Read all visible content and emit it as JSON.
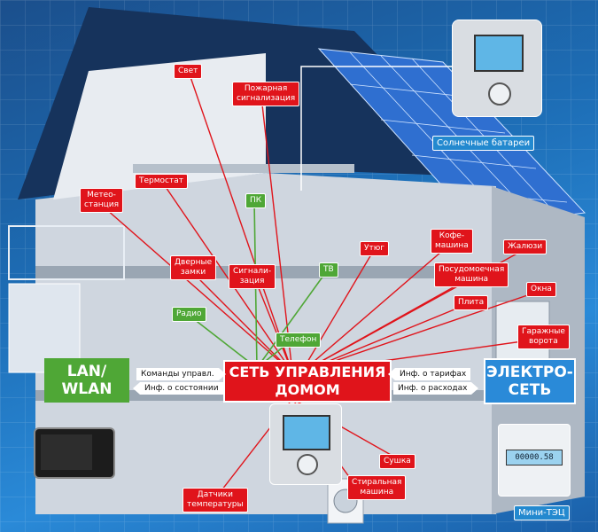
{
  "hub": {
    "line1": "СЕТЬ УПРАВЛЕНИЯ",
    "line2": "ДОМОМ"
  },
  "lan": {
    "line1": "LAN/",
    "line2": "WLAN"
  },
  "grid_power": {
    "line1": "ЭЛЕКТРО-",
    "line2": "СЕТЬ"
  },
  "lan_arrows": {
    "commands": "Команды управл.",
    "status": "Инф. о состоянии"
  },
  "grid_arrows": {
    "tariffs": "Инф. о тарифах",
    "costs": "Инф. о расходах"
  },
  "labels": {
    "light": "Свет",
    "fire_alarm_1": "Пожарная",
    "fire_alarm_2": "сигнализация",
    "thermostat": "Термостат",
    "weather_1": "Метео-",
    "weather_2": "станция",
    "pc": "ПК",
    "door_locks_1": "Дверные",
    "door_locks_2": "замки",
    "alarm_1": "Сигнали-",
    "alarm_2": "зация",
    "tv": "ТВ",
    "radio": "Радио",
    "phone": "Телефон",
    "iron": "Утюг",
    "coffee_1": "Кофе-",
    "coffee_2": "машина",
    "blinds": "Жалюзи",
    "dishwasher_1": "Посудомоечная",
    "dishwasher_2": "машина",
    "stove": "Плита",
    "windows": "Окна",
    "garage_1": "Гаражные",
    "garage_2": "ворота",
    "dryer": "Сушка",
    "washer_1": "Стиральная",
    "washer_2": "машина",
    "temp_sensors_1": "Датчики",
    "temp_sensors_2": "температуры",
    "solar": "Солнечные батареи",
    "mini_chp": "Мини-ТЭЦ"
  },
  "meter_reading": "00000.58",
  "colors": {
    "red": "#e0141b",
    "green": "#4fa736",
    "blue": "#2389cf",
    "background": "#1d6db5"
  }
}
